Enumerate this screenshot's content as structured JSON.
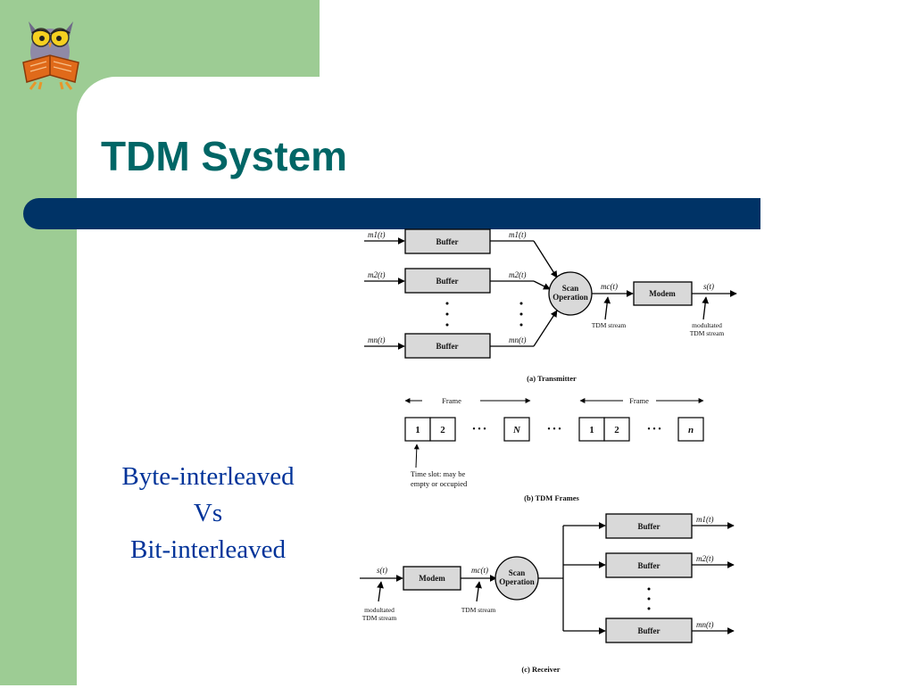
{
  "slide": {
    "title": "TDM System",
    "side_text": [
      "Byte-interleaved",
      "Vs",
      "Bit-interleaved"
    ]
  },
  "colors": {
    "panel_green": "#9dcc94",
    "title_teal": "#006666",
    "bar_navy": "#003366",
    "body_blue": "#003399",
    "box_fill": "#d9d9d9"
  },
  "icons": {
    "logo": "owl-reading-book-icon"
  },
  "transmitter": {
    "inputs": [
      "m1(t)",
      "m2(t)",
      "mn(t)"
    ],
    "buffer_label": "Buffer",
    "buffer_outputs": [
      "m1(t)",
      "m2(t)",
      "mn(t)"
    ],
    "scan_label": [
      "Scan",
      "Operation"
    ],
    "mc_label": "mc(t)",
    "modem_label": "Modem",
    "output_label": "s(t)",
    "tdm_stream_label": "TDM stream",
    "modulated_label": [
      "modultated",
      "TDM stream"
    ],
    "caption": "(a) Transmitter"
  },
  "frames": {
    "frame_label": "Frame",
    "slots": [
      "1",
      "2",
      "N",
      "1",
      "2",
      "n"
    ],
    "ellipsis": "• • •",
    "timeslot_note": [
      "Time slot: may be",
      "empty or occupied"
    ],
    "caption": "(b) TDM Frames"
  },
  "receiver": {
    "input_label": "s(t)",
    "modem_label": "Modem",
    "mc_label": "mc(t)",
    "scan_label": [
      "Scan",
      "Operation"
    ],
    "buffer_label": "Buffer",
    "outputs": [
      "m1(t)",
      "m2(t)",
      "mn(t)"
    ],
    "modulated_label": [
      "modultated",
      "TDM stream"
    ],
    "tdm_stream_label": "TDM stream",
    "caption": "(c) Receiver"
  }
}
